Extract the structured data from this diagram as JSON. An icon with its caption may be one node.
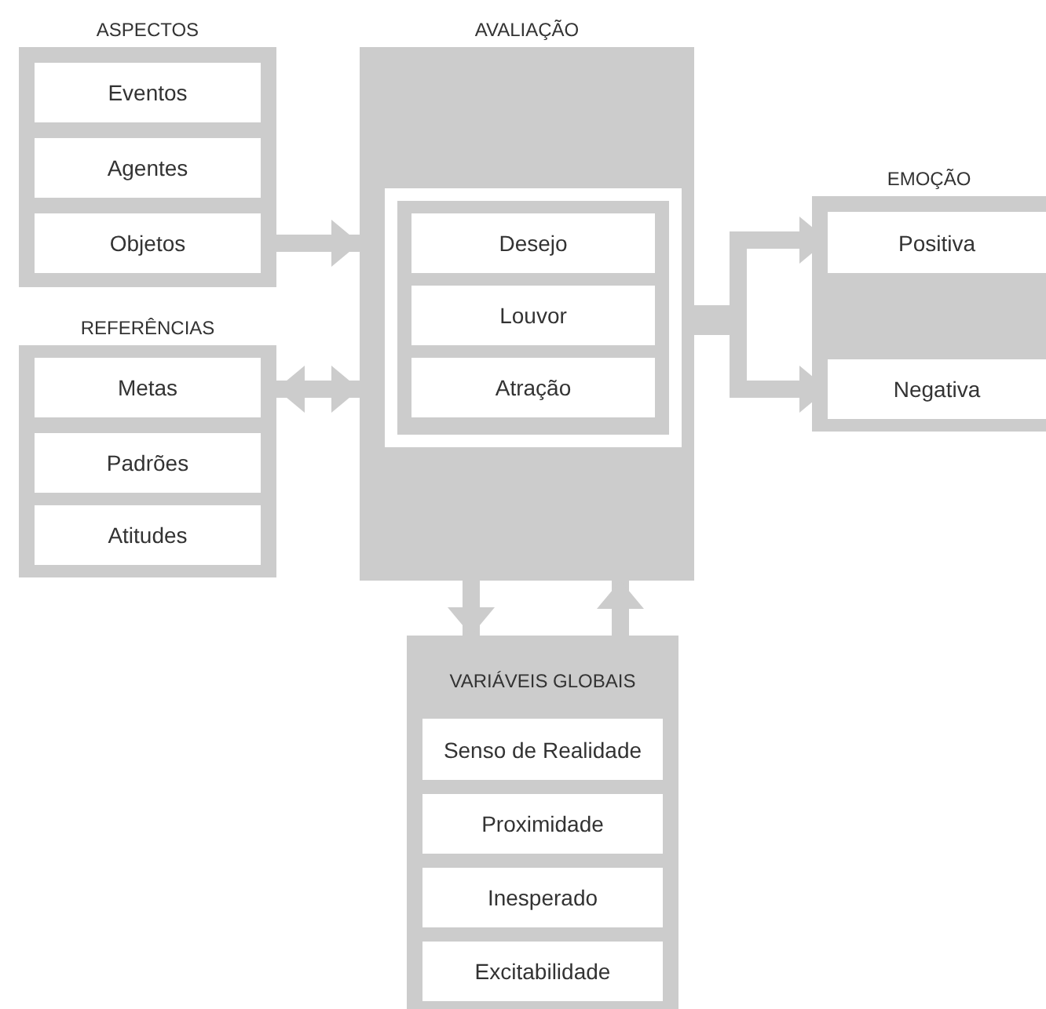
{
  "diagram": {
    "nodes": [
      {
        "text": [
          "ASPECTOS"
        ]
      },
      {
        "text": [
          "Eventos"
        ],
        "in": 0
      },
      {
        "text": [
          "Agentes"
        ],
        "in": 0
      },
      {
        "text": [
          "Objetos"
        ],
        "in": 0
      },
      {
        "text": [
          "REFERÊNCIAS"
        ]
      },
      {
        "text": [
          "Metas"
        ],
        "in": 4
      },
      {
        "text": [
          "Padrões"
        ],
        "in": 4
      },
      {
        "text": [
          "Atitudes"
        ],
        "in": 4
      },
      {
        "text": [
          "AVALIAÇÃO"
        ]
      },
      {
        "text": [
          "Desejo"
        ],
        "in": 8
      },
      {
        "text": [
          "Louvor"
        ],
        "in": 8
      },
      {
        "text": [
          "Atração"
        ],
        "in": 8
      },
      {
        "text": [
          "EMOÇÃO"
        ]
      },
      {
        "text": [
          "Positiva"
        ],
        "in": 12
      },
      {
        "text": [
          "Negativa"
        ],
        "in": 12
      },
      {
        "text": [
          "VARIÁVEIS GLOBAIS"
        ]
      },
      {
        "text": [
          "Senso de Realidade"
        ],
        "in": 15
      },
      {
        "text": [
          "Proximidade"
        ],
        "in": 15
      },
      {
        "text": [
          "Inesperado"
        ],
        "in": 15
      },
      {
        "text": [
          "Excitabilidade"
        ],
        "in": 15
      }
    ],
    "edges": [
      {
        "from": 0,
        "to": 8,
        "arrow": "to"
      },
      {
        "from": 4,
        "to": 8,
        "arrow": "both"
      },
      {
        "from": 8,
        "to": 13,
        "arrow": "to"
      },
      {
        "from": 8,
        "to": 14,
        "arrow": "to"
      },
      {
        "from": 8,
        "to": 15,
        "arrow": "to"
      },
      {
        "from": 15,
        "to": 8,
        "arrow": "to"
      }
    ]
  }
}
